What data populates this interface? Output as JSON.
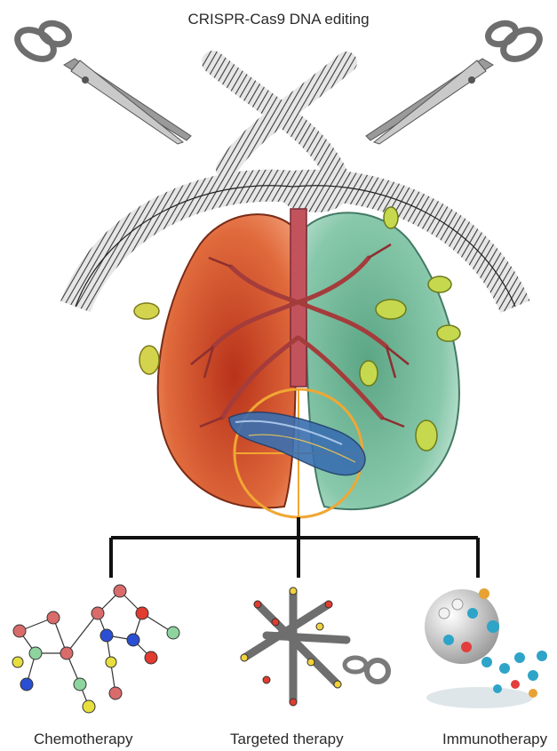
{
  "title": "CRISPR-Cas9 DNA editing",
  "therapies": [
    {
      "label": "Chemotherapy"
    },
    {
      "label": "Targeted therapy"
    },
    {
      "label": "Immunotherapy"
    }
  ],
  "colors": {
    "lung_left": "#d9532b",
    "lung_right": "#5fae8c",
    "trachea": "#c2535c",
    "target": "#f0a733",
    "dna_strand": "#3a6fb0",
    "branch_lines": "#111111"
  },
  "icons": [
    "scissors-icon",
    "dna-helix-icon",
    "lungs-illustration",
    "crosshair-icon",
    "molecule-icon",
    "chain-molecule-icon",
    "nanoparticle-icon"
  ]
}
